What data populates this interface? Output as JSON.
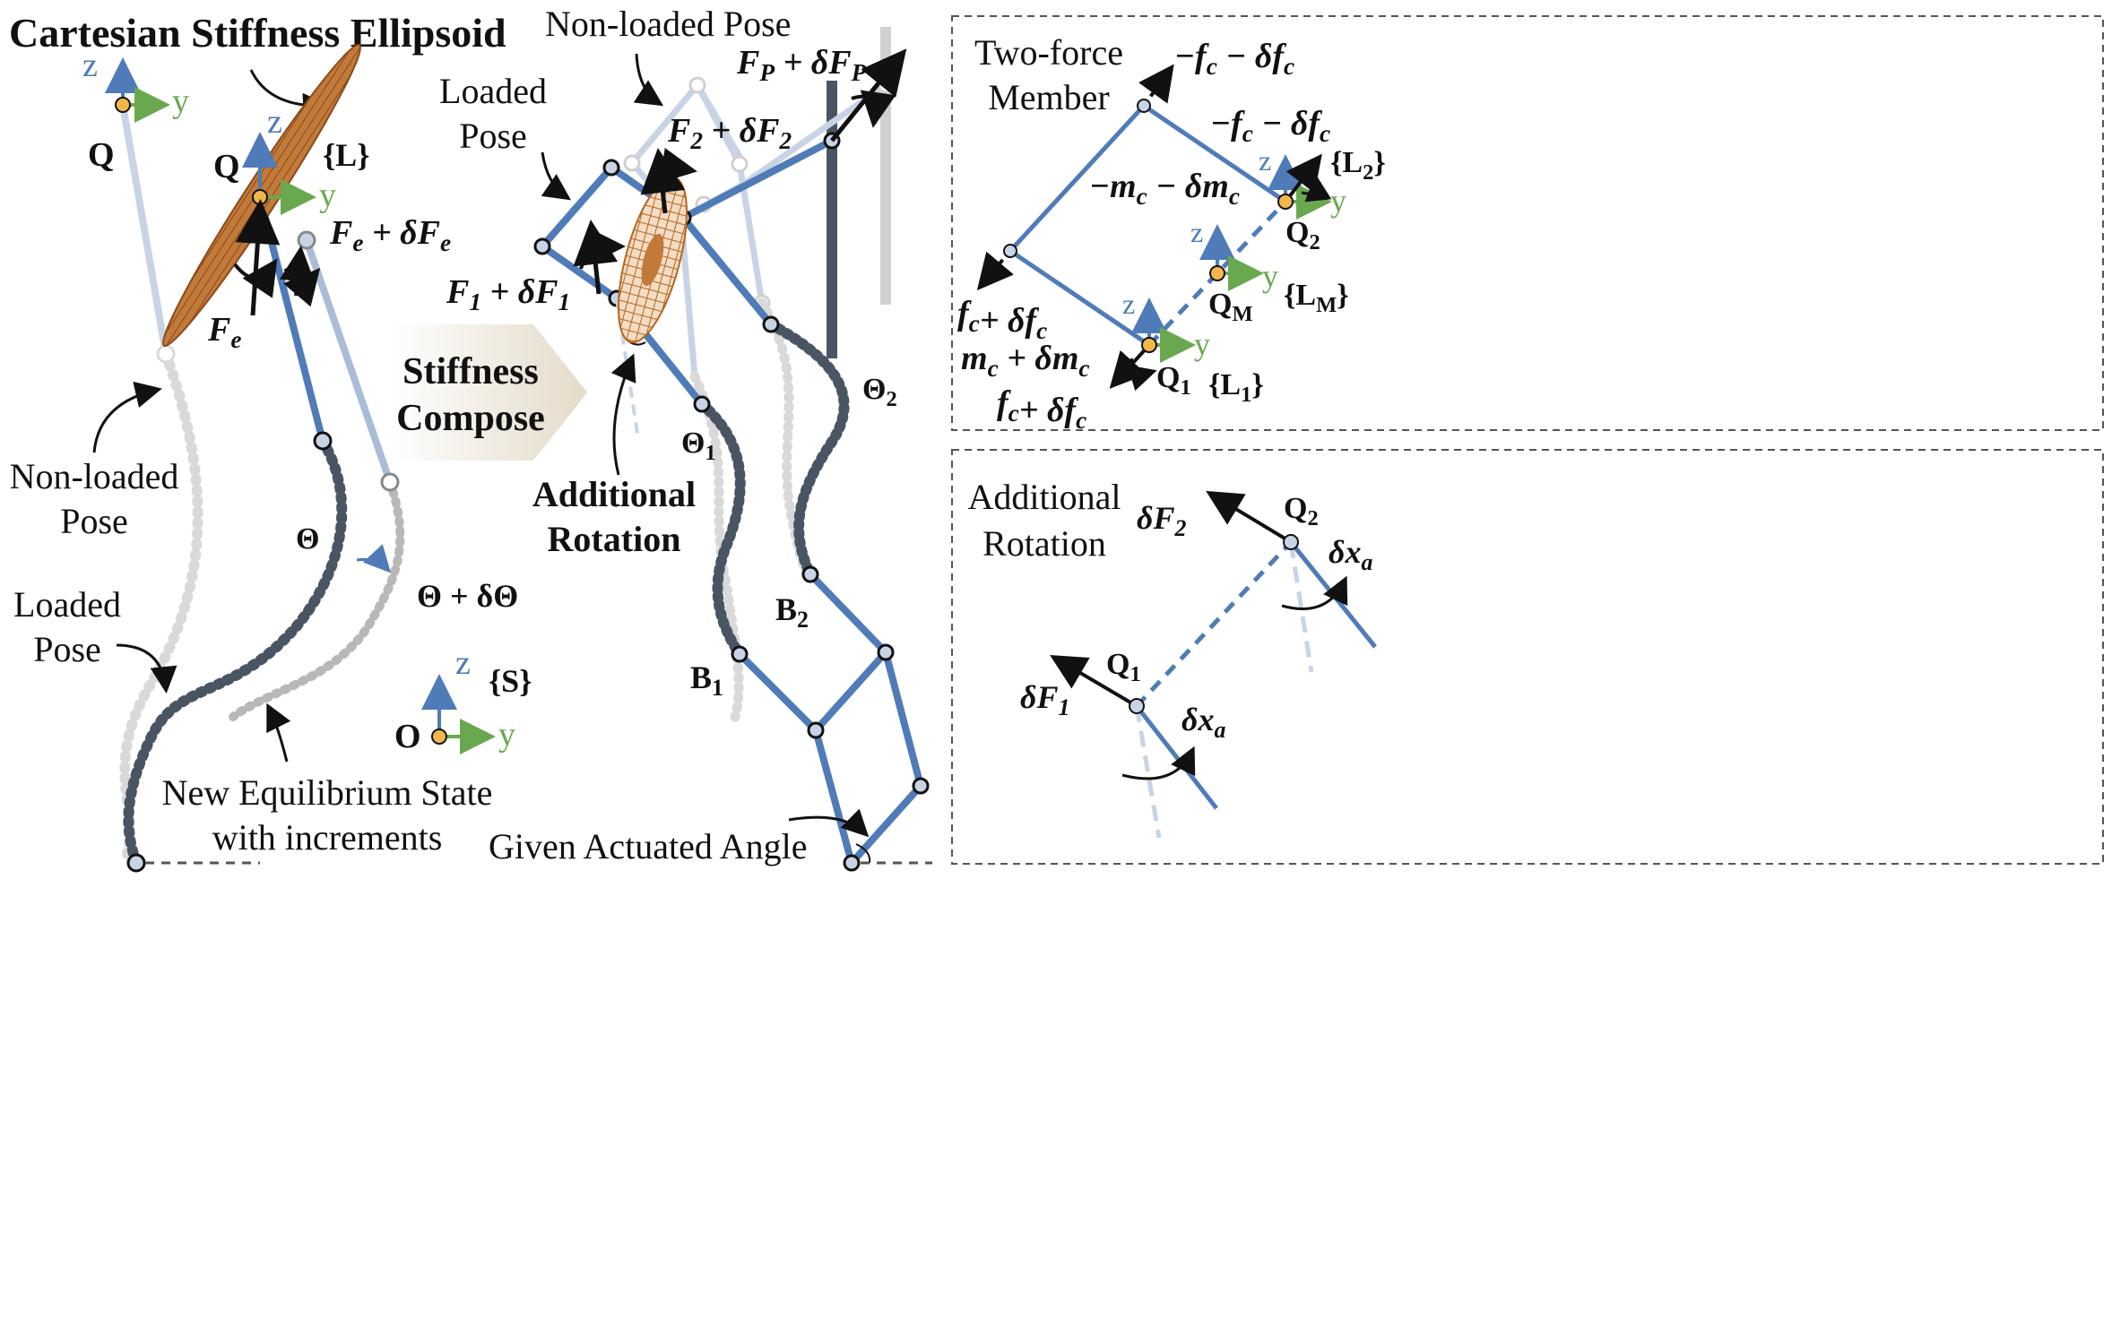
{
  "left": {
    "title": "Cartesian Stiffness Ellipsoid",
    "q_label": "Q",
    "frame_l": "{L}",
    "fe": "F",
    "fe_sub": "e",
    "fe_inc": "F",
    "fe_inc_sub": "e",
    "non_loaded_1": "Non-loaded",
    "non_loaded_2": "Pose",
    "loaded_1": "Loaded",
    "loaded_2": "Pose",
    "theta": "Θ",
    "theta_inc": "Θ + δΘ",
    "origin_label": "O",
    "frame_s": "{S}",
    "new_eq_1": "New Equilibrium State",
    "new_eq_2": "with increments",
    "axis_z": "z",
    "axis_y": "y"
  },
  "compose": {
    "line1": "Stiffness",
    "line2": "Compose"
  },
  "middle": {
    "non_loaded": "Non-loaded Pose",
    "loaded_1": "Loaded",
    "loaded_2": "Pose",
    "fp": "F",
    "fp_sub": "P",
    "f2": "F",
    "f2_sub": "2",
    "f1": "F",
    "f1_sub": "1",
    "theta1": "Θ",
    "theta1_sub": "1",
    "theta2": "Θ",
    "theta2_sub": "2",
    "add_rot_1": "Additional",
    "add_rot_2": "Rotation",
    "b1": "B",
    "b1_sub": "1",
    "b2": "B",
    "b2_sub": "2",
    "given_angle": "Given Actuated Angle"
  },
  "panel_top": {
    "title_1": "Two-force",
    "title_2": "Member",
    "fc_top": "−f",
    "fc_sub": "c",
    "dfc": "− δf",
    "mc": "−m",
    "mc_sub": "c",
    "dmc": "− δm",
    "l2": "{L",
    "l2_sub": "2",
    "q2": "Q",
    "q2_sub": "2",
    "lm": "{L",
    "lm_sub": "M",
    "qm": "Q",
    "qm_sub": "M",
    "fc_bot": "f",
    "plus_dfc": "+ δf",
    "mc_bot": "m",
    "plus_dmc": "+ δm",
    "q1": "Q",
    "q1_sub": "1",
    "l1": "{L",
    "l1_sub": "1",
    "axis_z": "z",
    "axis_y": "y"
  },
  "panel_bottom": {
    "title_1": "Additional",
    "title_2": "Rotation",
    "df2": "δF",
    "df2_sub": "2",
    "q2": "Q",
    "q2_sub": "2",
    "dxa": "δx",
    "dxa_sub": "a",
    "q1": "Q",
    "q1_sub": "1",
    "df1": "δF",
    "df1_sub": "1"
  },
  "colors": {
    "link_blue": "#4f7bb8",
    "light_blue": "#c8d4e6",
    "axis_green": "#6aa84f",
    "joint_orange": "#f2b64a",
    "ellipsoid": "#b5651d",
    "dark_bar": "#4a5563",
    "grey_bar": "#d0d0d0"
  }
}
